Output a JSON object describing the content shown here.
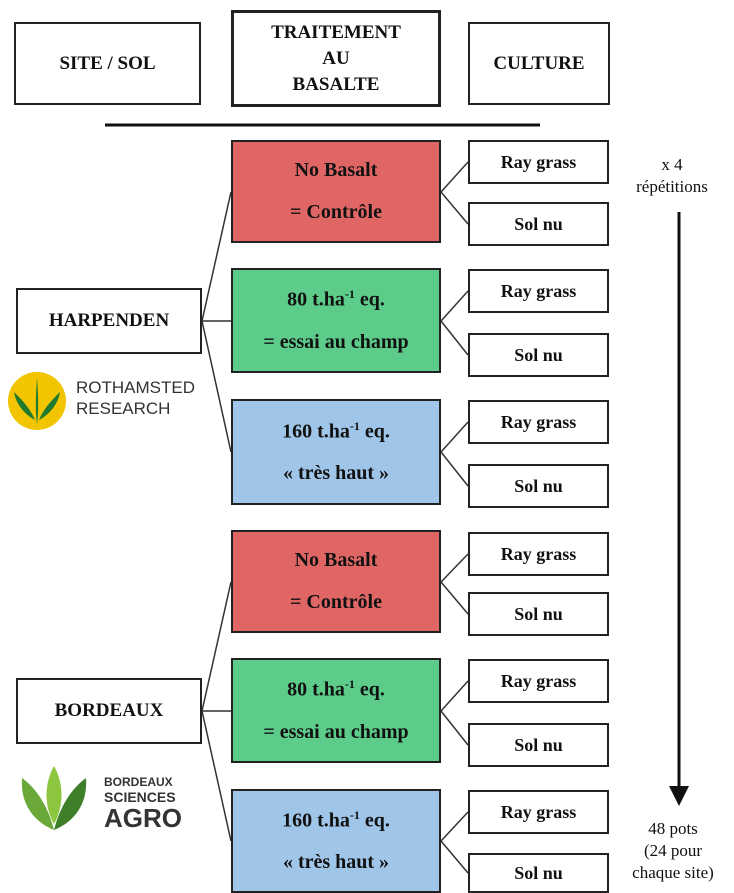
{
  "header": {
    "site": "SITE / SOL",
    "treatment": [
      "TRAITEMENT",
      "AU",
      "BASALTE"
    ],
    "crop": "CULTURE"
  },
  "sites": [
    {
      "name": "HARPENDEN",
      "logo_lines": [
        "ROTHAMSTED",
        "RESEARCH"
      ],
      "treatments": [
        {
          "line1": "No Basalt",
          "line2": "= Contrôle",
          "color": "#e06666"
        },
        {
          "line1": "80 t.ha",
          "sup": "-1",
          "line1_end": " eq.",
          "line2": "= essai au champ",
          "color": "#5dcc8a"
        },
        {
          "line1": "160 t.ha",
          "sup": "-1",
          "line1_end": " eq.",
          "line2": "« très haut »",
          "color": "#9fc5e8"
        }
      ]
    },
    {
      "name": "BORDEAUX",
      "logo_lines": [
        "BORDEAUX",
        "SCIENCES",
        "AGRO"
      ],
      "treatments": [
        {
          "line1": "No Basalt",
          "line2": "= Contrôle",
          "color": "#e06666"
        },
        {
          "line1": "80 t.ha",
          "sup": "-1",
          "line1_end": " eq.",
          "line2": "= essai au champ",
          "color": "#5dcc8a"
        },
        {
          "line1": "160 t.ha",
          "sup": "-1",
          "line1_end": " eq.",
          "line2": "« très haut »",
          "color": "#9fc5e8"
        }
      ]
    }
  ],
  "crops": [
    "Ray grass",
    "Sol nu"
  ],
  "repetitions": [
    "x 4",
    "répétitions"
  ],
  "total": [
    "48 pots",
    "(24 pour",
    "chaque site)"
  ]
}
